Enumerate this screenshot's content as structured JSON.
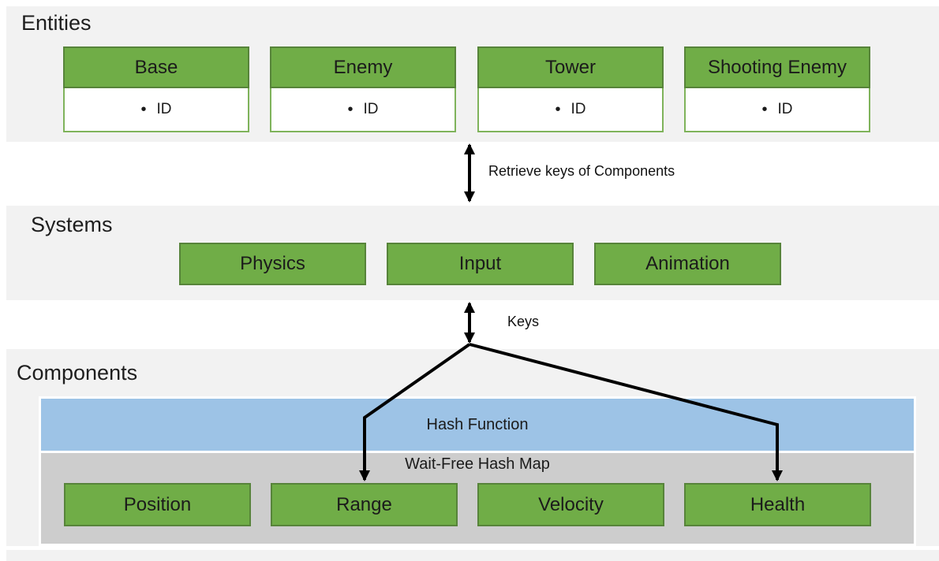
{
  "diagram": {
    "entities": {
      "title": "Entities",
      "bullet": "•",
      "cards": [
        {
          "name": "Base",
          "field": "ID"
        },
        {
          "name": "Enemy",
          "field": "ID"
        },
        {
          "name": "Tower",
          "field": "ID"
        },
        {
          "name": "Shooting Enemy",
          "field": "ID"
        }
      ]
    },
    "systems": {
      "title": "Systems",
      "boxes": [
        {
          "label": "Physics"
        },
        {
          "label": "Input"
        },
        {
          "label": "Animation"
        }
      ]
    },
    "components": {
      "title": "Components",
      "hash_function_label": "Hash Function",
      "hash_map_label": "Wait-Free Hash Map",
      "boxes": [
        {
          "label": "Position"
        },
        {
          "label": "Range"
        },
        {
          "label": "Velocity"
        },
        {
          "label": "Health"
        }
      ]
    },
    "connectors": {
      "entities_systems_label": "Retrieve keys of Components",
      "systems_components_label": "Keys"
    },
    "colors": {
      "band_background": "#F2F2F2",
      "box_green": "#70AD47",
      "box_green_border": "#57843A",
      "hash_bar_blue": "#9DC3E6",
      "hash_map_gray": "#CDCDCD",
      "arrow_black": "#000000"
    }
  }
}
